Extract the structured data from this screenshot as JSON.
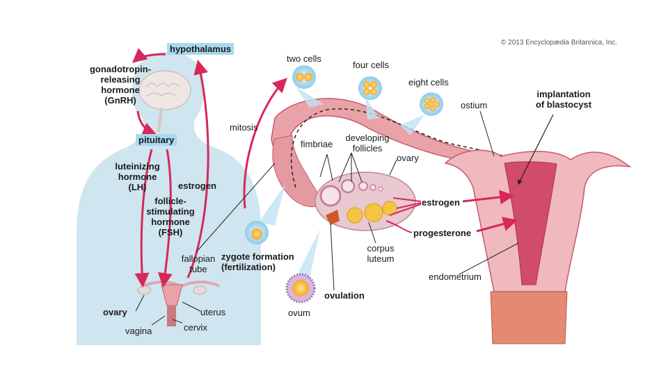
{
  "copyright": "© 2013 Encyclopædia Britannica, Inc.",
  "labels": {
    "hypothalamus": "hypothalamus",
    "gnrh": "gonadotropin-\nreleasing\nhormone\n(GnRH)",
    "pituitary": "pituitary",
    "lh": "luteinizing\nhormone\n(LH)",
    "estrogen_left": "estrogen",
    "fsh": "follicle-\nstimulating\nhormone\n(FSH)",
    "fallopian_tube": "fallopian\ntube",
    "ovary_left": "ovary",
    "uterus": "uterus",
    "vagina": "vagina",
    "cervix": "cervix",
    "two_cells": "two cells",
    "four_cells": "four cells",
    "eight_cells": "eight cells",
    "mitosis": "mitosis",
    "fimbriae": "fimbriae",
    "developing_follicles": "developing\nfollicles",
    "ovary_right": "ovary",
    "ostium": "ostium",
    "implantation": "implantation\nof blastocyst",
    "estrogen_right": "estrogen",
    "progesterone": "progesterone",
    "zygote": "zygote formation\n(fertilization)",
    "ovulation": "ovulation",
    "ovum": "ovum",
    "corpus_luteum": "corpus\nluteum",
    "endometrium": "endometrium"
  },
  "colors": {
    "body": "#cfe5ef",
    "highlight": "#a9d8ef",
    "arrow": "#d8275a",
    "tissue": "#e9a3a8",
    "tissue_dark": "#c9566d",
    "ovary": "#e8c9cf",
    "follicle": "#f4c542",
    "cells": "#f6a723"
  }
}
